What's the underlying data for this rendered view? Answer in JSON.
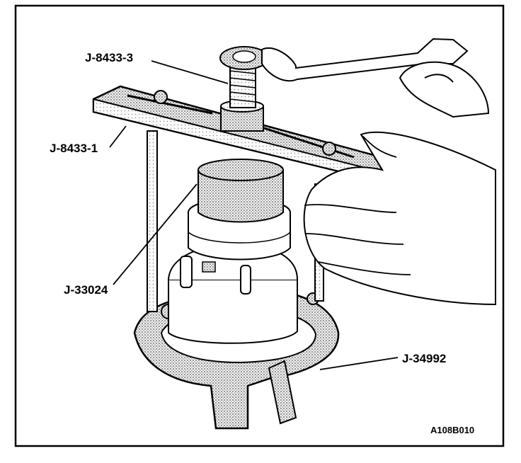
{
  "callouts": {
    "forcing_screw": "J-8433-3",
    "puller_bar": "J-8433-1",
    "installer": "J-33024",
    "holding_fixture": "J-34992"
  },
  "figure_code": "A108B010",
  "colors": {
    "ink": "#000000",
    "paper": "#ffffff",
    "stipple": "#9a9a9a"
  }
}
